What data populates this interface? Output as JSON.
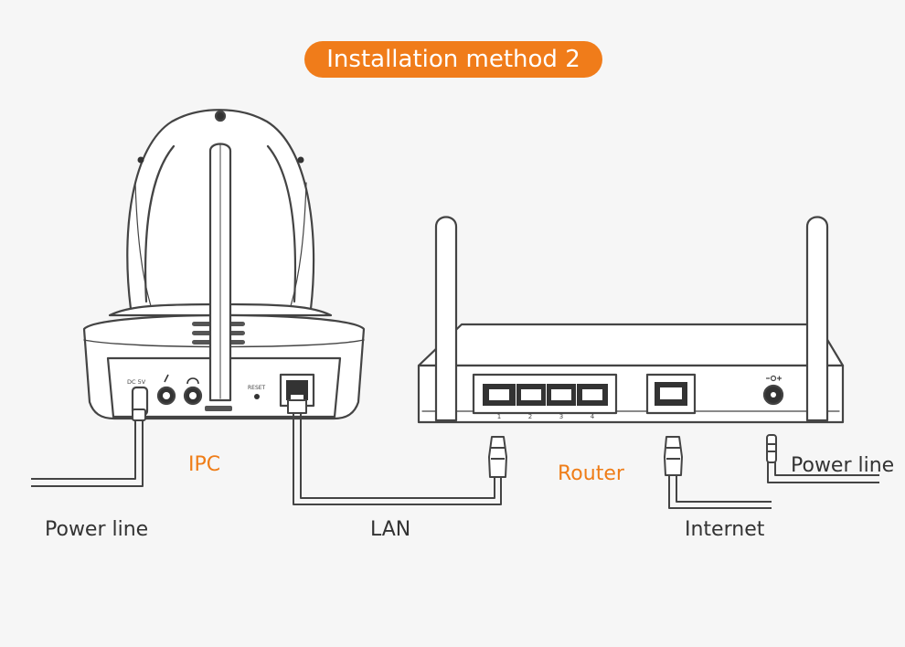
{
  "title": "Installation method 2",
  "labels": {
    "ipc": "IPC",
    "router": "Router",
    "power_line_left": "Power line",
    "power_line_right": "Power line",
    "lan": "LAN",
    "internet": "Internet"
  },
  "camera_ports": {
    "dc": "DC 5V",
    "reset": "RESET"
  },
  "router_ports": [
    "1",
    "2",
    "3",
    "4"
  ],
  "colors": {
    "accent": "#f07c1a",
    "accent_text": "#ef7d18",
    "line": "#444444",
    "device_fill": "#ffffff"
  }
}
